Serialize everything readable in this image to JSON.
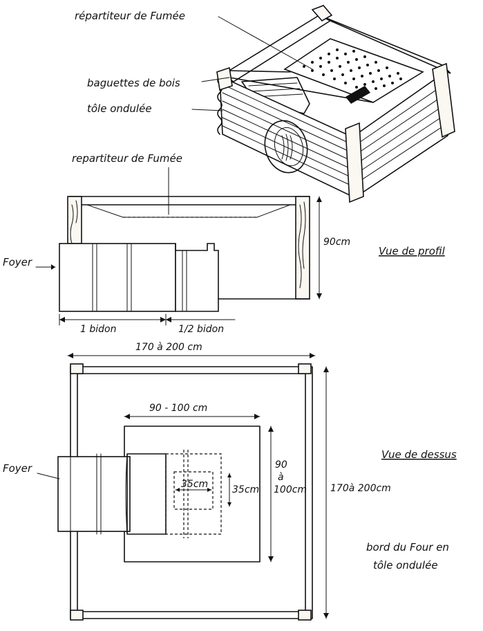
{
  "labels": {
    "repartiteur_top": "répartiteur de Fumée",
    "baguettes": "baguettes de bois",
    "tole": "tôle ondulée",
    "repartiteur_profile": "repartiteur de Fumée",
    "foyer_profile": "Foyer",
    "vue_profil": "Vue de profil",
    "height_90": "90cm",
    "bidon_1": "1 bidon",
    "bidon_half": "1/2 bidon",
    "width_total": "170 à 200 cm",
    "foyer_top": "Foyer",
    "vue_dessus": "Vue de dessus",
    "inner_width": "90 - 100 cm",
    "inner_height_a": "90",
    "inner_height_b": "à",
    "inner_height_c": "100cm",
    "outer_height": "170à 200cm",
    "dim_35w": "35cm",
    "dim_35h": "35cm",
    "bord_1": "bord du Four en",
    "bord_2": "tôle ondulée"
  }
}
